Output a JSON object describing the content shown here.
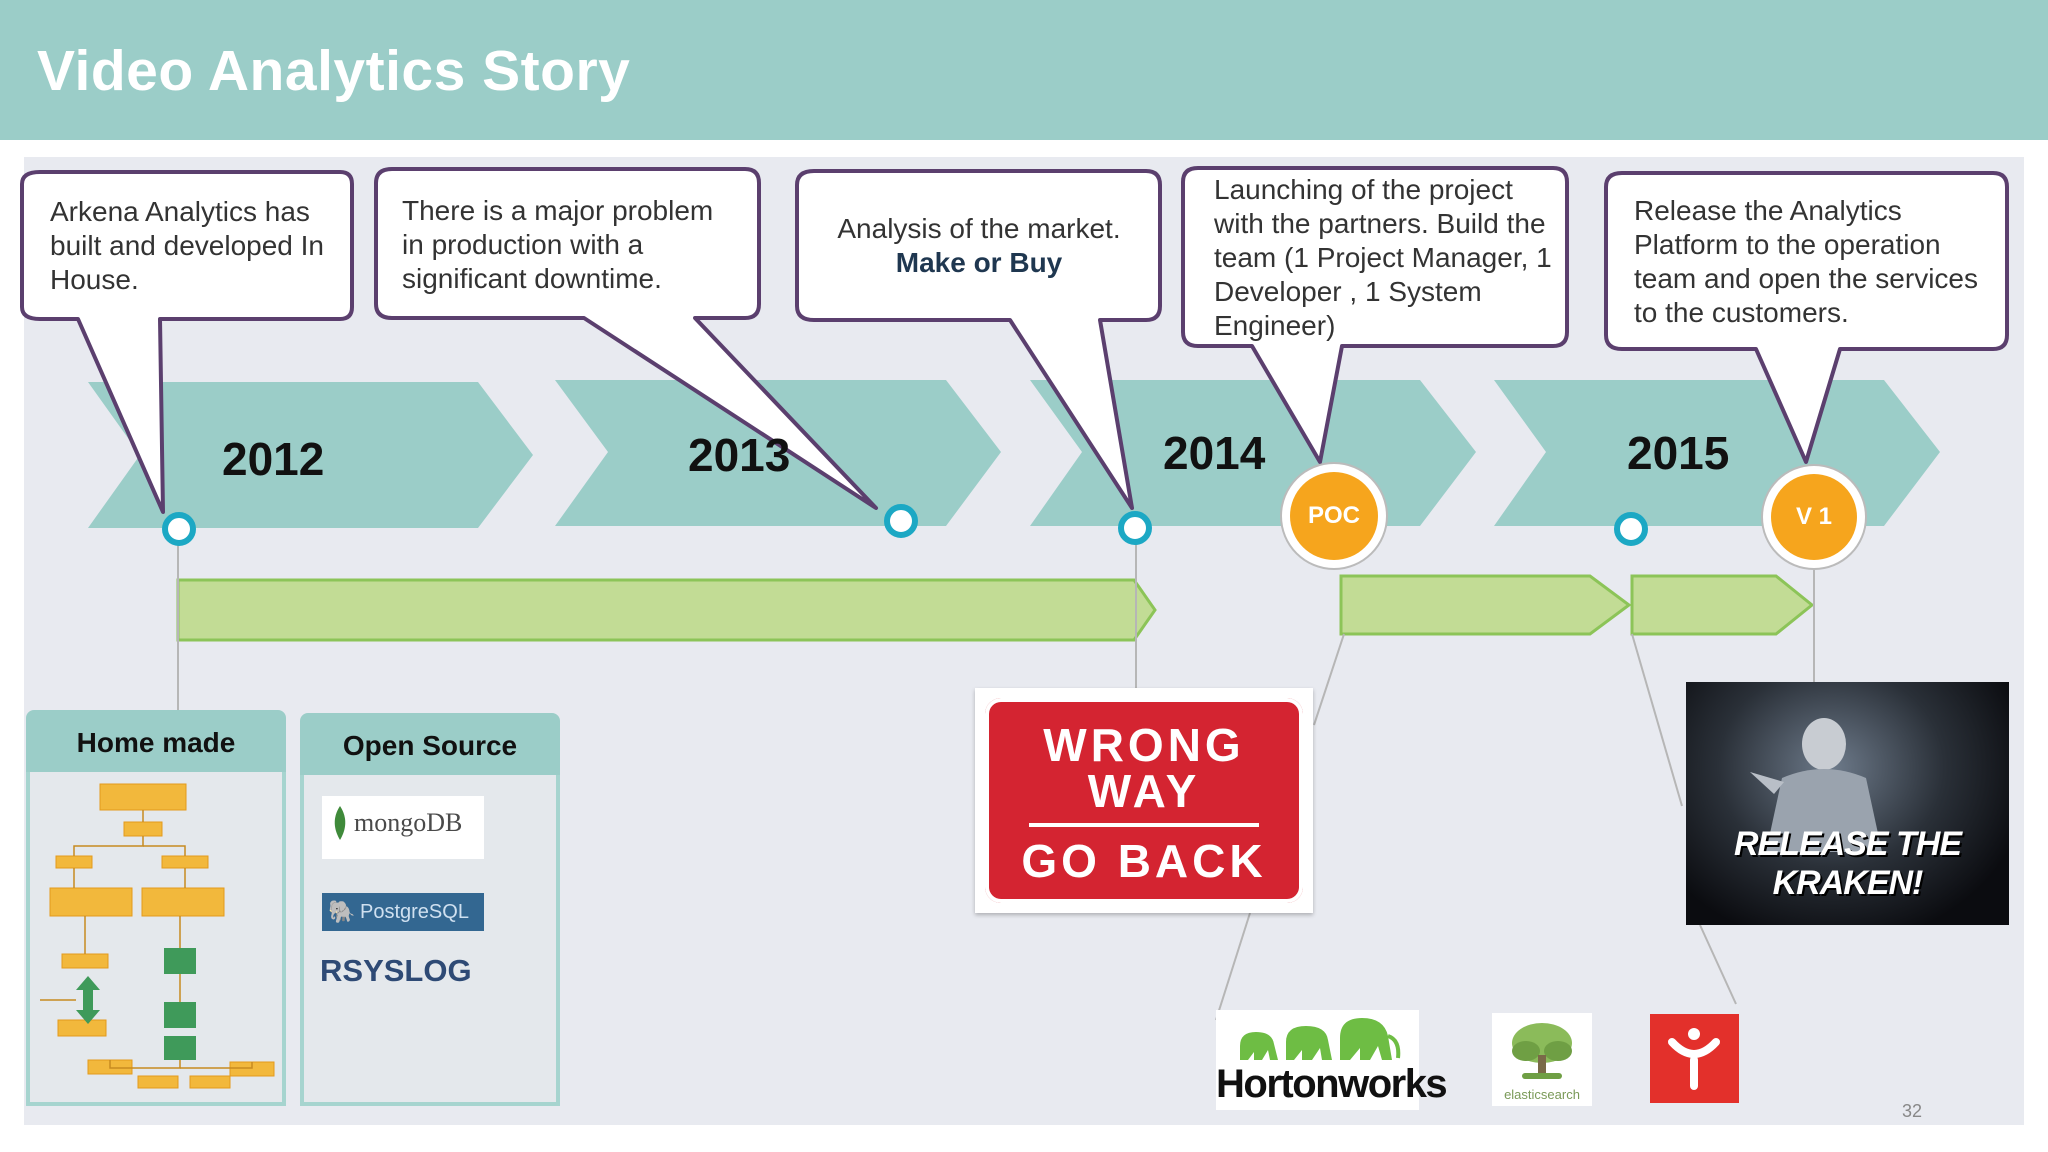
{
  "header": {
    "title": "Video Analytics Story"
  },
  "bubbles": [
    {
      "text": "Arkena Analytics has built and developed In House."
    },
    {
      "text": "There is a major problem in production with a significant downtime."
    },
    {
      "text": "Analysis of the market.",
      "bold": "Make or Buy"
    },
    {
      "text": "Launching of the project with the partners. Build the team (1 Project Manager, 1 Developer , 1 System Engineer)"
    },
    {
      "text": "Release the Analytics Platform to  the operation team  and open the services to the customers."
    }
  ],
  "years": [
    "2012",
    "2013",
    "2014",
    "2015"
  ],
  "badges": {
    "poc": "POC",
    "v1": "V 1"
  },
  "panels": {
    "home_made": "Home made",
    "open_source": "Open Source"
  },
  "logos": {
    "mongodb": "mongoDB",
    "postgresql": "PostgreSQL",
    "rsyslog": "RSYSLOG",
    "hortonworks": "Hortonworks",
    "elasticsearch": "elasticsearch"
  },
  "wrong_way": {
    "line1": "WRONG",
    "line2": "WAY",
    "line3": "GO BACK"
  },
  "kraken": {
    "caption": "RELEASE THE KRAKEN!"
  },
  "page_number": "32",
  "colors": {
    "header": "#9bcdc8",
    "chevron": "#9bcdc8",
    "bar": "#c2dc95",
    "bubble_border": "#5b3f6e",
    "badge": "#f6a51d",
    "marker": "#1ca8c4"
  }
}
